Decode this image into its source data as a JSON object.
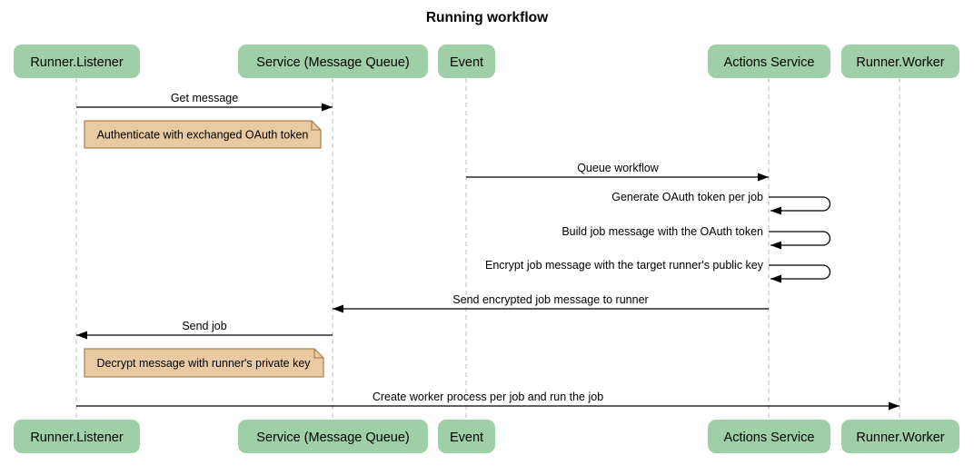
{
  "title": "Running workflow",
  "colors": {
    "actor_fill": "#9ecfa7",
    "note_fill": "#e9caa3",
    "note_border": "#aa8752",
    "lifeline": "#c9c9c9",
    "arrow": "#000000",
    "background": "#ffffff",
    "text": "#000000"
  },
  "diagram_type": "sequence-diagram",
  "participants": [
    {
      "id": "runner-listener",
      "label": "Runner.Listener"
    },
    {
      "id": "service-message-queue",
      "label": "Service (Message Queue)"
    },
    {
      "id": "event",
      "label": "Event"
    },
    {
      "id": "actions-service",
      "label": "Actions Service"
    },
    {
      "id": "runner-worker",
      "label": "Runner.Worker"
    }
  ],
  "messages": [
    {
      "label": "Get message",
      "from": "Runner.Listener",
      "to": "Service (Message Queue)",
      "self": false
    },
    {
      "label": "Queue workflow",
      "from": "Event",
      "to": "Actions Service",
      "self": false
    },
    {
      "label": "Generate OAuth token per job",
      "from": "Actions Service",
      "to": "Actions Service",
      "self": true
    },
    {
      "label": "Build job message with the OAuth token",
      "from": "Actions Service",
      "to": "Actions Service",
      "self": true
    },
    {
      "label": "Encrypt job message with the target runner's public key",
      "from": "Actions Service",
      "to": "Actions Service",
      "self": true
    },
    {
      "label": "Send encrypted job message to runner",
      "from": "Actions Service",
      "to": "Service (Message Queue)",
      "self": false
    },
    {
      "label": "Send job",
      "from": "Service (Message Queue)",
      "to": "Runner.Listener",
      "self": false
    },
    {
      "label": "Create worker process per job and run the job",
      "from": "Runner.Listener",
      "to": "Runner.Worker",
      "self": false
    }
  ],
  "notes": [
    {
      "label": "Authenticate with exchanged OAuth token",
      "over": "Runner.Listener"
    },
    {
      "label": "Decrypt message with runner's private key",
      "over": "Runner.Listener"
    }
  ]
}
